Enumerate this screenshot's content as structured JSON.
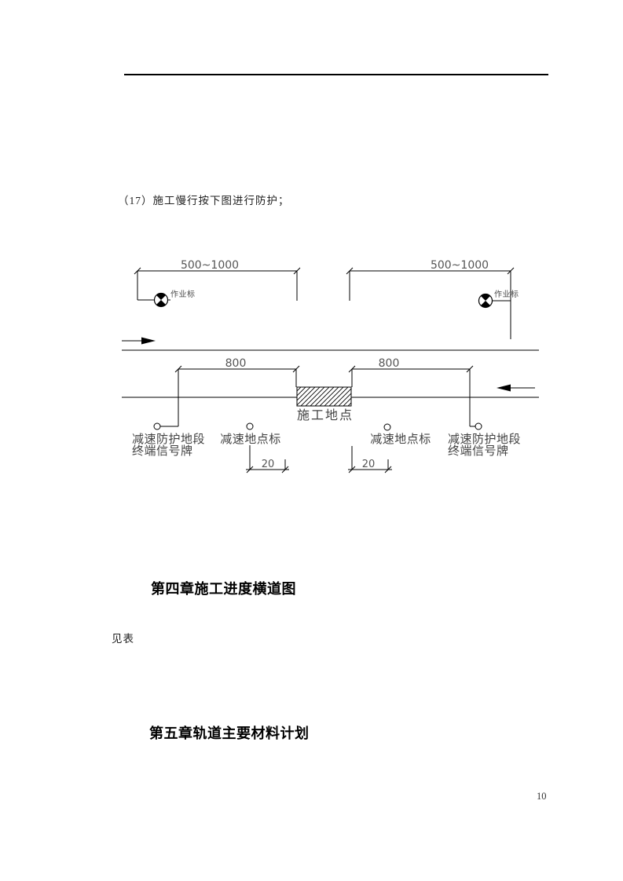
{
  "document": {
    "paragraph_17": "（17）施工慢行按下图进行防护；",
    "chapter4_heading": "第四章施工进度横道图",
    "see_table": "见表",
    "chapter5_heading": "第五章轨道主要材料计划",
    "page_number": "10"
  },
  "diagram": {
    "left_span_dim": "500~1000",
    "right_span_dim": "500~1000",
    "left_section_dim": "800",
    "right_section_dim": "800",
    "left_offset_dim": "20",
    "right_offset_dim": "20",
    "left_work_marker_label": "作业标",
    "right_work_marker_label": "作业标",
    "construction_site_label": "施工地点",
    "left_slow_point_label": "减速地点标",
    "right_slow_point_label": "减速地点标",
    "left_end_sign_line1": "减速防护地段",
    "left_end_sign_line2": "终端信号牌",
    "right_end_sign_line1": "减速防护地段",
    "right_end_sign_line2": "终端信号牌"
  },
  "colors": {
    "line": "#000000",
    "dimension_text": "#555555",
    "label_text": "#424242"
  }
}
